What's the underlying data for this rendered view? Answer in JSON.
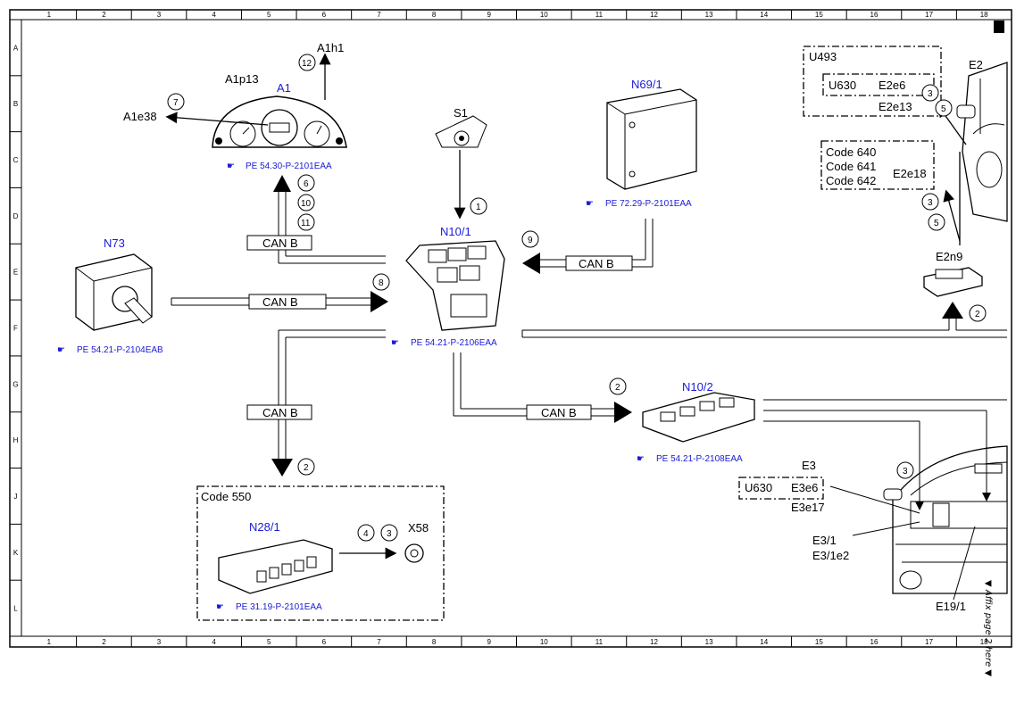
{
  "grid": {
    "columns": [
      "1",
      "2",
      "3",
      "4",
      "5",
      "6",
      "7",
      "8",
      "9",
      "10",
      "11",
      "12",
      "13",
      "14",
      "15",
      "16",
      "17",
      "18"
    ],
    "rows": [
      "A",
      "B",
      "C",
      "D",
      "E",
      "F",
      "G",
      "H",
      "J",
      "K",
      "L"
    ]
  },
  "components": {
    "a1": {
      "name": "A1",
      "sub": "A1p13",
      "ref": "PE 54.30-P-2101EAA",
      "out_h1": "A1h1",
      "out_e38": "A1e38"
    },
    "s1": {
      "name": "S1"
    },
    "n69": {
      "name": "N69/1",
      "ref": "PE 72.29-P-2101EAA"
    },
    "n73": {
      "name": "N73",
      "ref": "PE 54.21-P-2104EAB"
    },
    "n10_1": {
      "name": "N10/1",
      "ref": "PE 54.21-P-2106EAA"
    },
    "n10_2": {
      "name": "N10/2",
      "ref": "PE 54.21-P-2108EAA"
    },
    "n28": {
      "name": "N28/1",
      "ref": "PE 31.19-P-2101EAA",
      "group": "Code 550"
    },
    "x58": {
      "name": "X58"
    },
    "u493": {
      "name": "U493",
      "u630": "U630",
      "e2e6": "E2e6",
      "e2e13": "E2e13"
    },
    "codes": {
      "c640": "Code 640",
      "c641": "Code 641",
      "c642": "Code 642",
      "e2e18": "E2e18"
    },
    "e2": {
      "name": "E2"
    },
    "e2n9": {
      "name": "E2n9"
    },
    "e3": {
      "name": "E3",
      "u630": "U630",
      "e3e6": "E3e6",
      "e3e17": "E3e17",
      "e31": "E3/1",
      "e31e2": "E3/1e2"
    },
    "e19": {
      "name": "E19/1"
    }
  },
  "bus": {
    "can_b": "CAN B"
  },
  "callouts": {
    "n1": "1",
    "n2": "2",
    "n3": "3",
    "n4": "4",
    "n5": "5",
    "n6": "6",
    "n7": "7",
    "n8": "8",
    "n9": "9",
    "n10": "10",
    "n11": "11",
    "n12": "12"
  },
  "affix_note": "▼ Affix page 2 here ▼",
  "colors": {
    "label_blue": "#1a1ad6",
    "line": "#000000"
  }
}
